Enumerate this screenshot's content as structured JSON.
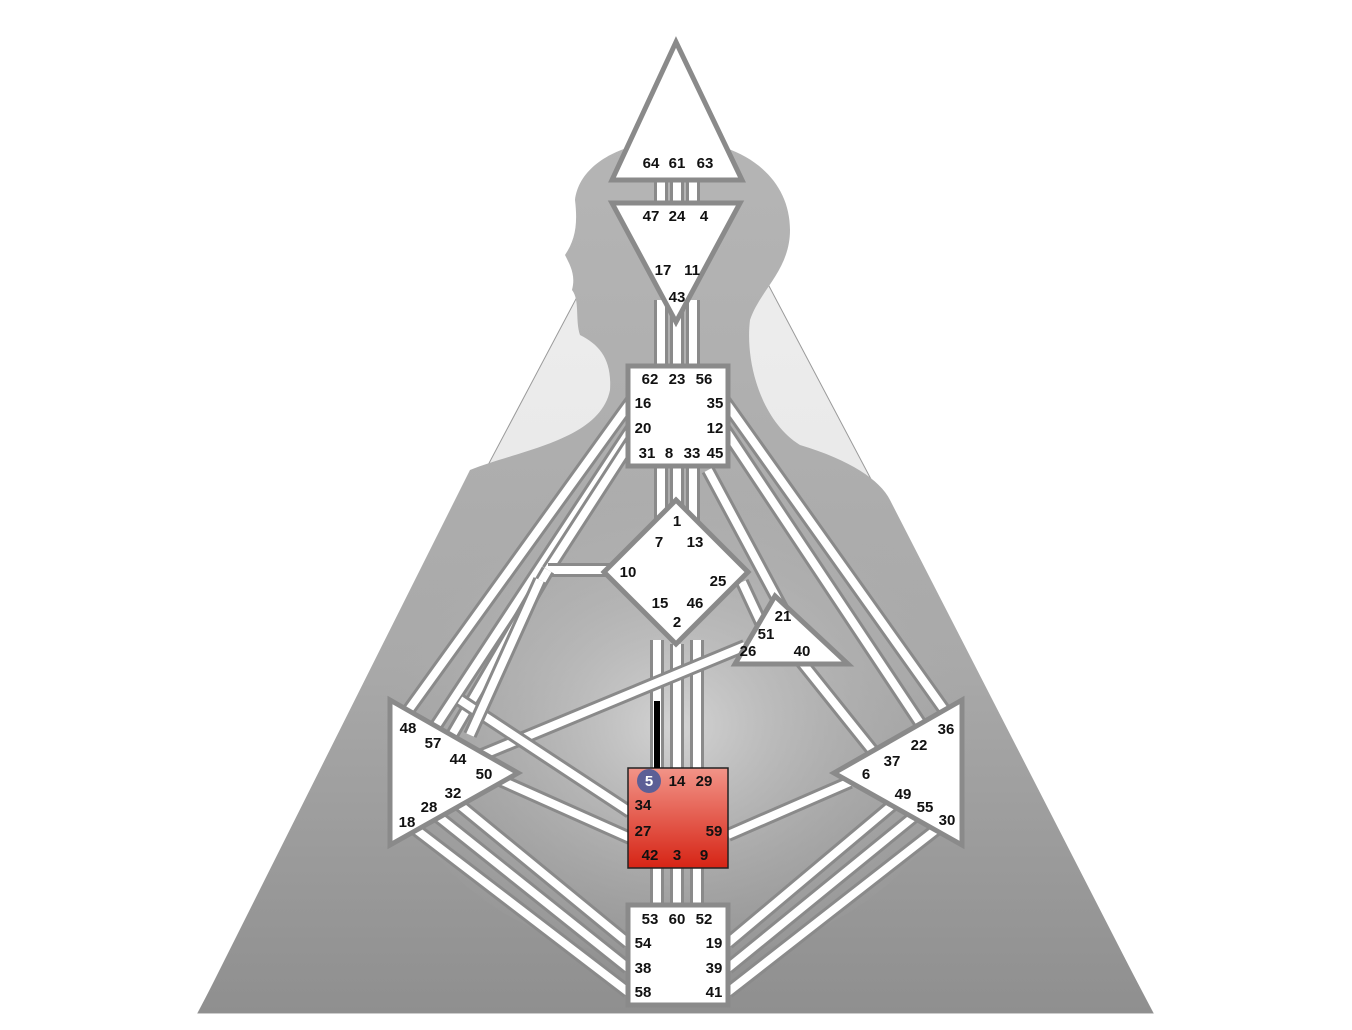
{
  "colors": {
    "center_fill": "#ffffff",
    "center_border": "#8a8a8a",
    "defined_sacral_top": "#f08a7c",
    "defined_sacral_bottom": "#d6281a",
    "activated_gate_circle": "#5c5f96",
    "activation_line": "#000000",
    "body_gray": "#9a9a9a"
  },
  "centers": {
    "head": {
      "gates": [
        "64",
        "61",
        "63"
      ]
    },
    "ajna": {
      "gates": [
        "47",
        "24",
        "4",
        "17",
        "11",
        "43"
      ]
    },
    "throat": {
      "gates": [
        "62",
        "23",
        "56",
        "16",
        "35",
        "20",
        "12",
        "31",
        "8",
        "33",
        "45"
      ]
    },
    "g": {
      "gates": [
        "1",
        "7",
        "13",
        "10",
        "25",
        "15",
        "46",
        "2"
      ]
    },
    "ego": {
      "gates": [
        "21",
        "51",
        "26",
        "40"
      ]
    },
    "spleen": {
      "gates": [
        "48",
        "57",
        "44",
        "50",
        "32",
        "28",
        "18"
      ]
    },
    "solar_plexus": {
      "gates": [
        "36",
        "22",
        "37",
        "6",
        "49",
        "55",
        "30"
      ]
    },
    "sacral": {
      "gates": [
        "5",
        "14",
        "29",
        "34",
        "27",
        "59",
        "42",
        "3",
        "9"
      ],
      "defined": true
    },
    "root": {
      "gates": [
        "53",
        "60",
        "52",
        "54",
        "19",
        "38",
        "39",
        "58",
        "41"
      ]
    }
  },
  "activated_gates": [
    "5"
  ]
}
